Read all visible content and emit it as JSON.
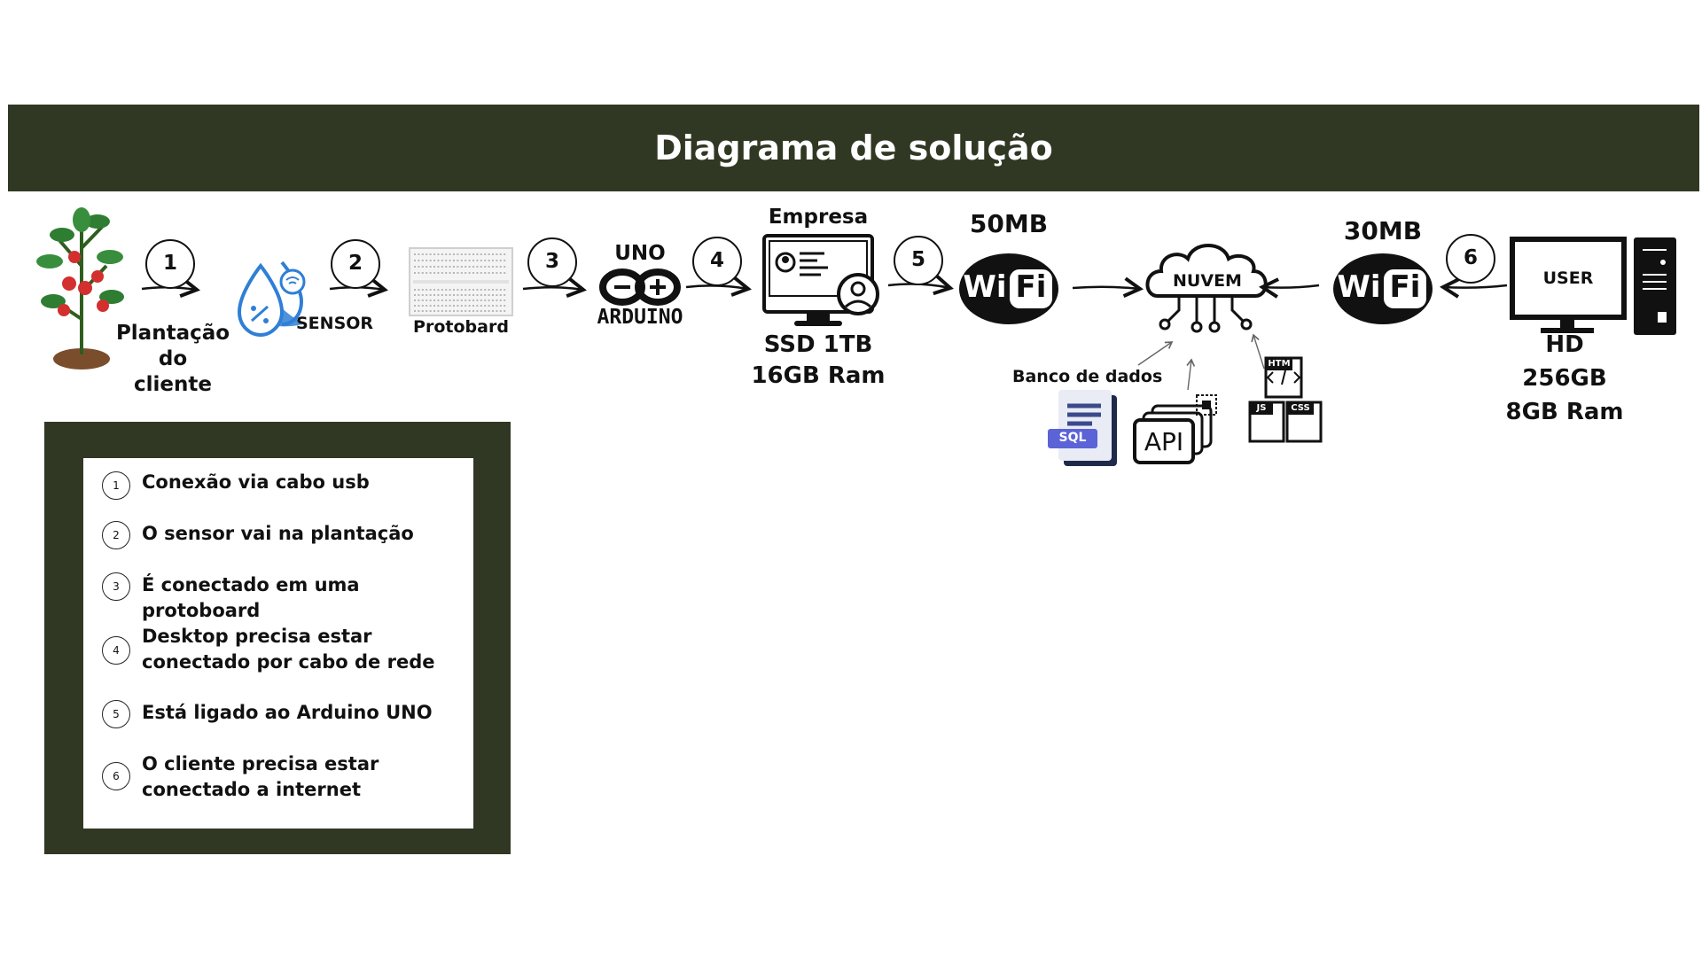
{
  "title": "Diagrama de solução",
  "steps": [
    "1",
    "2",
    "3",
    "4",
    "5",
    "6"
  ],
  "nodes": {
    "plant": "Plantação do\ncliente",
    "sensor": "SENSOR",
    "protoboard": "Protobard",
    "arduino_top": "UNO",
    "arduino_bottom": "ARDUINO",
    "company_title": "Empresa",
    "company_spec1": "SSD 1TB",
    "company_spec2": "16GB Ram",
    "wifi_left_speed": "50MB",
    "wifi_right_speed": "30MB",
    "wifi_text_a": "Wi",
    "wifi_text_b": "Fi",
    "cloud": "NUVEM",
    "database_label": "Banco de dados",
    "sql": "SQL",
    "api": "API",
    "html_tag": "HTM",
    "js_tag": "JS",
    "css_tag": "CSS",
    "user_screen": "USER",
    "user_spec1": "HD",
    "user_spec2": "256GB",
    "user_spec3": "8GB Ram"
  },
  "legend": [
    {
      "num": "1",
      "text": "Conexão via cabo usb"
    },
    {
      "num": "2",
      "text": "O sensor vai na plantação"
    },
    {
      "num": "3",
      "text": "É conectado em uma protoboard"
    },
    {
      "num": "4",
      "text": "Desktop precisa estar conectado por cabo de rede"
    },
    {
      "num": "5",
      "text": "Está ligado ao Arduino UNO"
    },
    {
      "num": "6",
      "text": "O cliente precisa estar conectado a internet"
    }
  ],
  "colors": {
    "header_bg": "#303823",
    "legend_bg": "#303823",
    "sensor_blue": "#2f7fd6",
    "plant_green": "#2e7d32",
    "tomato_red": "#d32f2f",
    "sql_badge": "#5b63d6"
  }
}
